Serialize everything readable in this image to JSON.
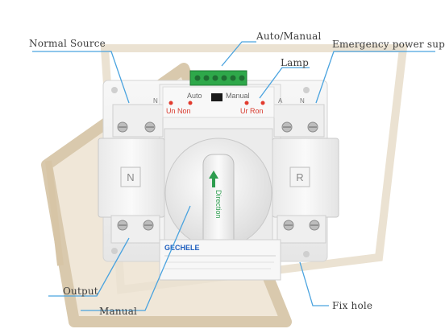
{
  "labels": {
    "normal_source": "Normal Source",
    "auto_manual": "Auto/Manual",
    "emergency_power_supply": "Emergency power supply",
    "lamp": "Lamp",
    "output": "Output",
    "manual": "Manual",
    "fix_hole": "Fix hole"
  },
  "device": {
    "panel_auto": "Auto",
    "panel_manual": "Manual",
    "indicator_left": "Un Non",
    "indicator_right": "Ur Ron",
    "side_left": "N",
    "side_right": "R",
    "handle_text": "Direction",
    "brand": "GECHELE",
    "terminal_letters": [
      "N",
      "A",
      "N"
    ]
  },
  "colors": {
    "leader_line": "#4aa3df",
    "label_text": "#3c3c3c",
    "indicator_led": "#e23b2e",
    "terminal_block": "#2ea84a",
    "handle_arrow": "#2e9d4f",
    "background_frame": "#cdbb9c"
  },
  "icons": [
    "screw-icon",
    "arrow-up-icon",
    "led-icon"
  ]
}
